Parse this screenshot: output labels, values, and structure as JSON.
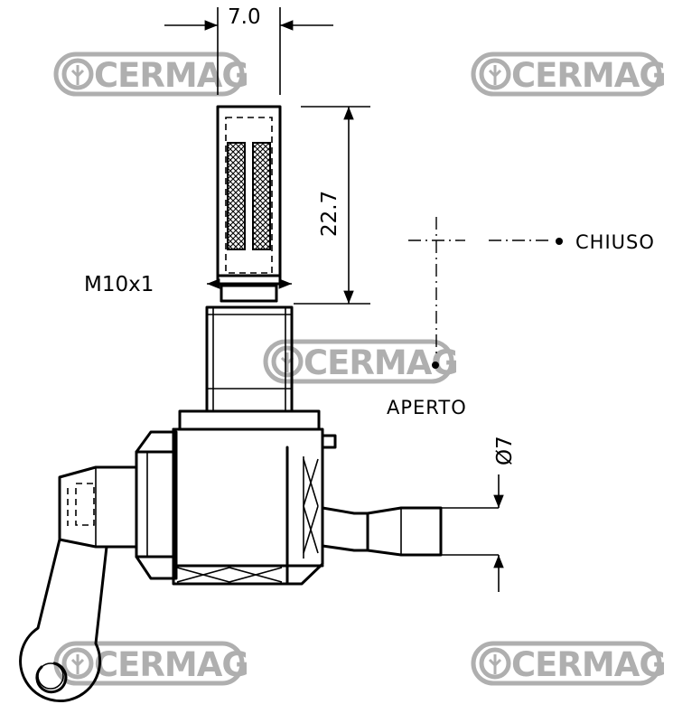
{
  "dimensions": {
    "width_label": "7.0",
    "height_label": "22.7",
    "thread_label": "M10x1",
    "diameter_label": "Ø7"
  },
  "positions": {
    "closed_label": "CHIUSO",
    "open_label": "APERTO"
  },
  "watermark": {
    "brand": "CERMAG",
    "color": "#6f6f6f"
  }
}
